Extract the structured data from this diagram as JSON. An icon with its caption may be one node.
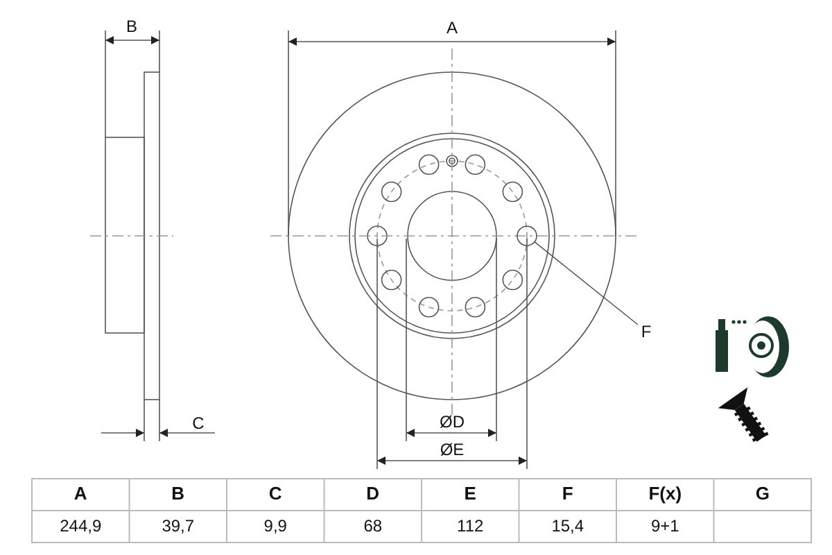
{
  "diagram": {
    "nodes": [
      {
        "text": [
          "F"
        ]
      },
      {
        "text": [],
        "shape": "circle"
      }
    ],
    "edges": [
      {
        "from": 0,
        "to": 1,
        "arrow": "none"
      }
    ],
    "labels": [
      "B",
      "A",
      "C",
      "ØD",
      "ØE",
      "A",
      "B",
      "C",
      "D",
      "E",
      "F",
      "F(x)",
      "G",
      "244,9",
      "39,7",
      "9,9",
      "68",
      "112",
      "15,4",
      "9+1"
    ]
  }
}
